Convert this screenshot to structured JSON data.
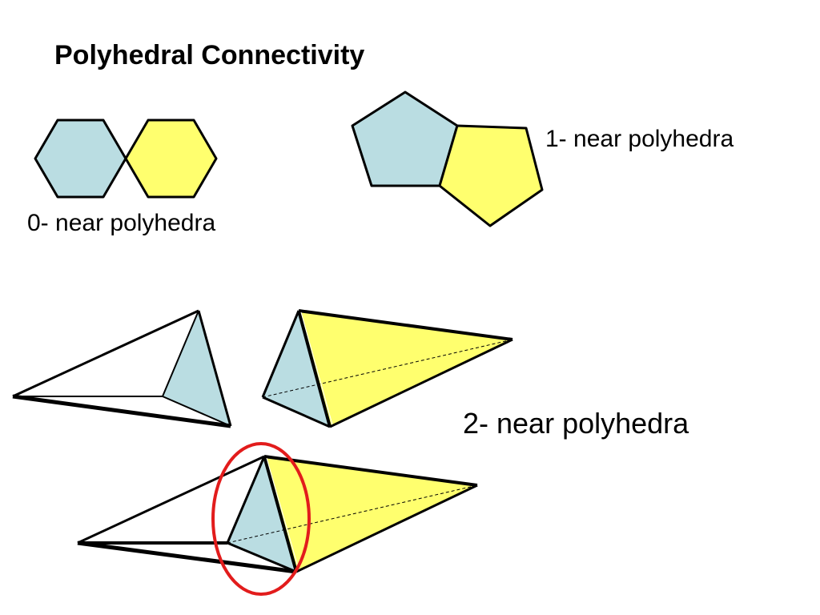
{
  "slide": {
    "title": "Polyhedral Connectivity",
    "labels": {
      "zero_near": "0- near polyhedra",
      "one_near": "1- near polyhedra",
      "two_near": "2- near polyhedra"
    }
  },
  "colors": {
    "light_blue": "#BADDE2",
    "yellow": "#FFFF6E",
    "highlight_red": "#E21C1C",
    "stroke": "#000000",
    "background": "#FFFFFF"
  }
}
